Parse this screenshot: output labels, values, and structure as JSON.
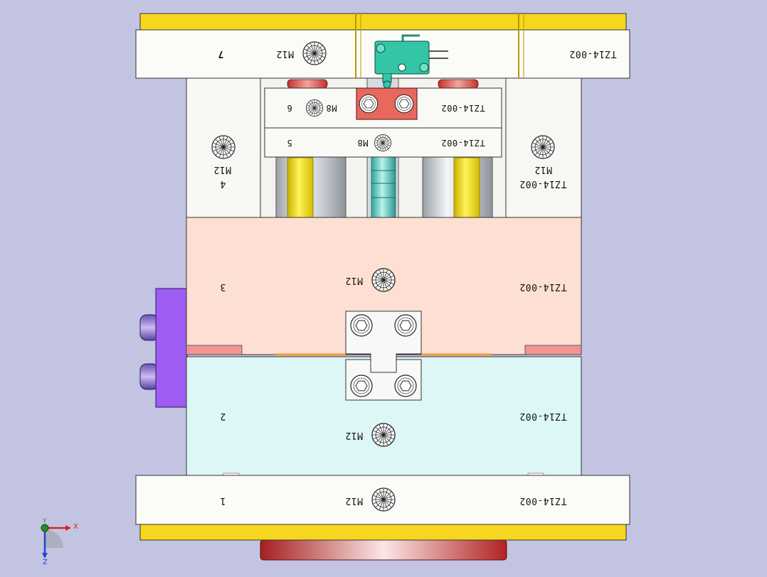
{
  "viewport": {
    "background": "#c3c4e2",
    "colors": {
      "clamp_plate": "#fbfbf8",
      "yellow_strip": "#f7d61f",
      "a_plate": "#fde0d3",
      "b_plate": "#ddf6f6",
      "support_block": "#f7f7f4",
      "ejector_plate": "#f9f9f5",
      "latch_block": "#e8685d",
      "micro_switch": "#33c6a6",
      "side_pillar": "#9e5cf2",
      "locating_ring": "#d63030",
      "outline": "#2a2a2a"
    }
  },
  "plates": {
    "top_clamp": {
      "label": "7",
      "thread": "M12",
      "part_no": "TZ14-002"
    },
    "plate_6": {
      "label": "6",
      "thread": "M8",
      "part_no": "TZ14-002"
    },
    "plate_5": {
      "label": "5",
      "thread": "M8",
      "part_no": "TZ14-002"
    },
    "left_block": {
      "label": "4",
      "thread": "M12"
    },
    "right_block": {
      "thread": "M12",
      "part_no": "TZ14-002"
    },
    "a_plate": {
      "label": "3",
      "thread": "M12",
      "part_no": "TZ14-002"
    },
    "b_plate": {
      "label": "2",
      "thread": "M12",
      "part_no": "TZ14-002"
    },
    "bottom_clamp": {
      "label": "1",
      "thread": "M12",
      "part_no": "TZ14-002"
    }
  },
  "axis_triad": {
    "x_label": "X",
    "y_label": "Y",
    "z_label": "Z"
  }
}
